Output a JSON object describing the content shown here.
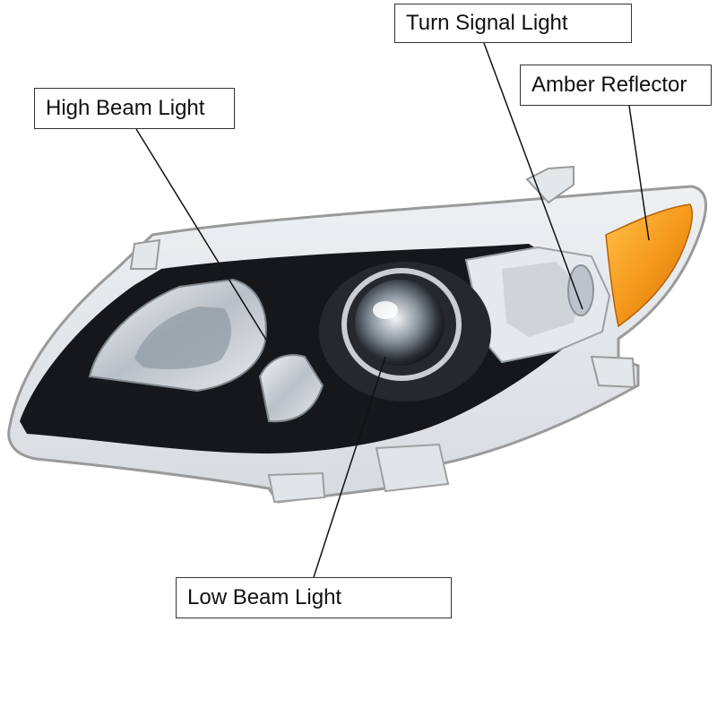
{
  "callouts": {
    "turn_signal": "Turn Signal Light",
    "amber_reflector": "Amber Reflector",
    "high_beam": "High Beam Light",
    "low_beam": "Low Beam Light"
  },
  "colors": {
    "background": "#ffffff",
    "label_border": "#333333",
    "leader_line": "#111111",
    "lens_outline": "#9a9a9a",
    "housing_black": "#15171a",
    "chrome": "#c9ced3",
    "amber": "#f59a1c"
  }
}
